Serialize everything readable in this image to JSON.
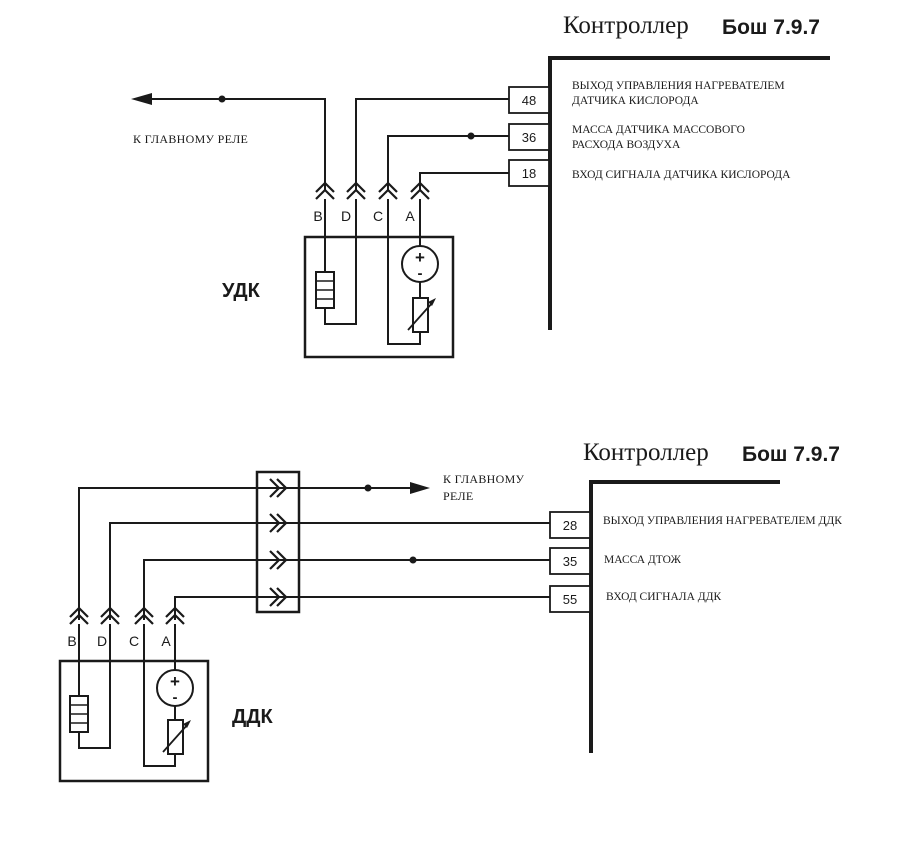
{
  "top": {
    "controller_title_a": "Контроллер",
    "controller_title_b": "Бош 7.9.7",
    "sensor_label": "УДК",
    "relay_label": "К ГЛАВНОМУ РЕЛЕ",
    "connector_letters": [
      "B",
      "D",
      "C",
      "A"
    ],
    "pins": [
      {
        "num": "48",
        "desc": [
          "ВЫХОД УПРАВЛЕНИЯ НАГРЕВАТЕЛЕМ",
          "ДАТЧИКА КИСЛОРОДА"
        ]
      },
      {
        "num": "36",
        "desc": [
          "МАССА ДАТЧИКА МАССОВОГО",
          "РАСХОДА ВОЗДУХА"
        ]
      },
      {
        "num": "18",
        "desc": [
          "ВХОД СИГНАЛА ДАТЧИКА КИСЛОРОДА"
        ]
      }
    ]
  },
  "bottom": {
    "controller_title_a": "Контроллер",
    "controller_title_b": "Бош 7.9.7",
    "sensor_label": "ДДК",
    "relay_label": [
      "К ГЛАВНОМУ",
      "РЕЛЕ"
    ],
    "connector_letters": [
      "B",
      "D",
      "C",
      "A"
    ],
    "pins": [
      {
        "num": "28",
        "desc": [
          "ВЫХОД УПРАВЛЕНИЯ НАГРЕВАТЕЛЕМ ДДК"
        ]
      },
      {
        "num": "35",
        "desc": [
          "МАССА ДТОЖ"
        ]
      },
      {
        "num": "55",
        "desc": [
          "ВХОД СИГНАЛА ДДК"
        ]
      }
    ]
  },
  "symbols": {
    "plus": "+",
    "minus": "-"
  }
}
